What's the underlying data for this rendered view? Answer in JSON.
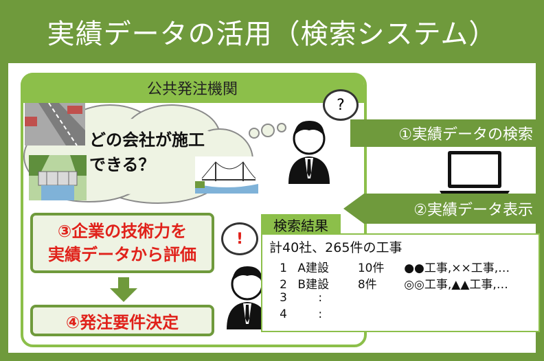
{
  "title": "実績データの活用（検索システム）",
  "agency": {
    "label": "公共発注機関",
    "question_line1": "どの会社が施工",
    "question_line2": "できる？",
    "thinking_mark": "?",
    "alert_mark": "!"
  },
  "steps": {
    "step1": "①実績データの検索",
    "step2": "②実績データ表示",
    "step3_line1": "③企業の技術力を",
    "step3_line2": "実績データから評価",
    "step4": "④発注要件決定"
  },
  "results": {
    "tab": "検索結果",
    "summary": "計40社、265件の工事",
    "rows": [
      {
        "no": "1",
        "company": "A建設",
        "count": "10件",
        "works": "●●工事,××工事,…"
      },
      {
        "no": "2",
        "company": "B建設",
        "count": "8件",
        "works": "◎◎工事,▲▲工事,…"
      },
      {
        "no": "3",
        "company": ":",
        "count": "",
        "works": ""
      },
      {
        "no": "4",
        "company": ":",
        "count": "",
        "works": ""
      }
    ]
  },
  "colors": {
    "frame_green": "#6f9a3c",
    "light_green": "#8cbf4a",
    "accent_red": "#e0211a"
  },
  "icons": [
    "road-icon",
    "dam-icon",
    "bridge-icon",
    "laptop-icon",
    "person-icon"
  ]
}
